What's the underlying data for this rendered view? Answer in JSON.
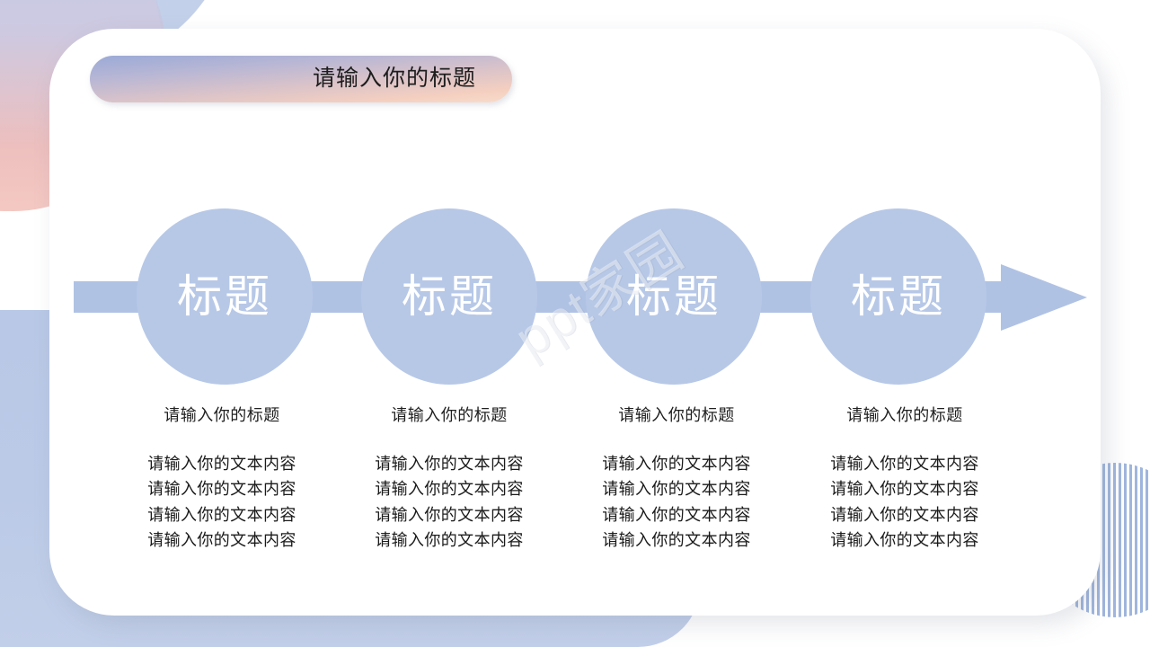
{
  "slide": {
    "title": "请输入你的标题",
    "watermark": "ppt家园"
  },
  "arrow": {
    "name": "process-arrow"
  },
  "steps": [
    {
      "circle_label": "标题",
      "subtitle": "请输入你的标题",
      "body": [
        "请输入你的文本内容",
        "请输入你的文本内容",
        "请输入你的文本内容",
        "请输入你的文本内容"
      ]
    },
    {
      "circle_label": "标题",
      "subtitle": "请输入你的标题",
      "body": [
        "请输入你的文本内容",
        "请输入你的文本内容",
        "请输入你的文本内容",
        "请输入你的文本内容"
      ]
    },
    {
      "circle_label": "标题",
      "subtitle": "请输入你的标题",
      "body": [
        "请输入你的文本内容",
        "请输入你的文本内容",
        "请输入你的文本内容",
        "请输入你的文本内容"
      ]
    },
    {
      "circle_label": "标题",
      "subtitle": "请输入你的标题",
      "body": [
        "请输入你的文本内容",
        "请输入你的文本内容",
        "请输入你的文本内容",
        "请输入你的文本内容"
      ]
    }
  ],
  "colors": {
    "circle_fill": "#b7c8e7",
    "arrow_fill": "#b0c2e4",
    "blob_blue": "#c3d0ea",
    "blob_pink": "#f2bdbb",
    "card_bg": "#ffffff",
    "title_text": "#1d1d1d",
    "circle_text": "#ffffff"
  }
}
